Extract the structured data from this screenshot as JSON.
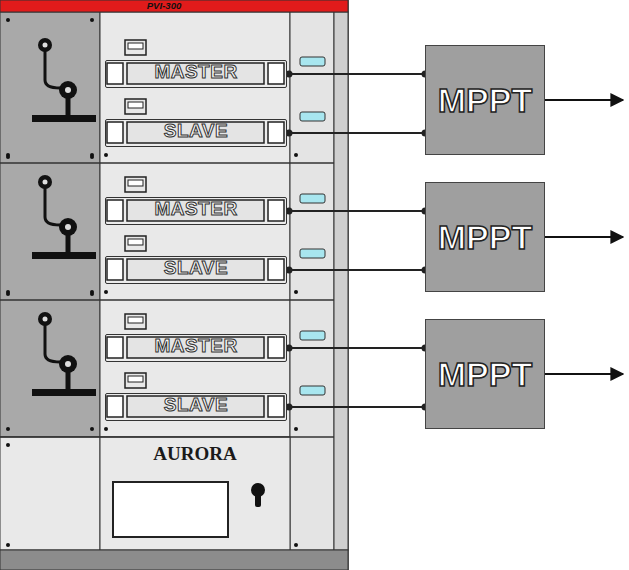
{
  "diagram": {
    "nodes": [
      {
        "text": [
          "PVI-300"
        ]
      },
      {
        "text": [
          "MASTER"
        ],
        "in": 0
      },
      {
        "text": [
          "SLAVE"
        ],
        "in": 0
      },
      {
        "text": [
          "MASTER"
        ],
        "in": 0
      },
      {
        "text": [
          "SLAVE"
        ],
        "in": 0
      },
      {
        "text": [
          "MASTER"
        ],
        "in": 0
      },
      {
        "text": [
          "SLAVE"
        ],
        "in": 0
      },
      {
        "text": [
          "AURORA"
        ],
        "in": 0
      },
      {
        "text": [
          "MPPT"
        ]
      },
      {
        "text": [
          "MPPT"
        ]
      },
      {
        "text": [
          "MPPT"
        ]
      }
    ],
    "edges": [
      {
        "from": 1,
        "to": 8,
        "arrow": "none"
      },
      {
        "from": 2,
        "to": 8,
        "arrow": "none"
      },
      {
        "from": 3,
        "to": 9,
        "arrow": "none"
      },
      {
        "from": 4,
        "to": 9,
        "arrow": "none"
      },
      {
        "from": 5,
        "to": 10,
        "arrow": "none"
      },
      {
        "from": 6,
        "to": 10,
        "arrow": "none"
      }
    ]
  }
}
